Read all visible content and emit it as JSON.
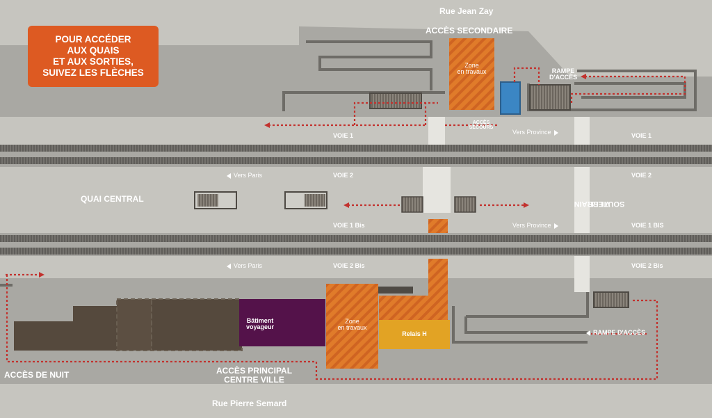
{
  "banner": {
    "line1": "POUR ACCÉDER",
    "line2": "AUX QUAIS",
    "line3": "ET AUX SORTIES,",
    "line4": "SUIVEZ LES FLÈCHES"
  },
  "streets": {
    "north": "Rue Jean Zay",
    "south": "Rue Pierre Semard"
  },
  "entrances": {
    "secondary": "ACCÈS SECONDAIRE",
    "main_line1": "ACCÈS PRINCIPAL",
    "main_line2": "CENTRE VILLE",
    "night": "ACCÈS DE NUIT",
    "ramp_top_line1": "RAMPE",
    "ramp_top_line2": "D'ACCÈS",
    "ramp_bottom": "RAMPE D'ACCÈS",
    "small_access_line1": "ACCÈS",
    "small_access_line2": "SECOURS"
  },
  "tracks": {
    "voie1": "VOIE 1",
    "voie2": "VOIE 2",
    "voie1bis": "VOIE 1 Bis",
    "voie2bis": "VOIE 2 Bis",
    "voie1bis_caps": "VOIE 1 BIS"
  },
  "directions": {
    "paris": "Vers Paris",
    "province": "Vers Province"
  },
  "platform": {
    "central": "QUAI CENTRAL"
  },
  "underpass": {
    "line1": "SOUTERRAIN",
    "line2": "VILLE"
  },
  "buildings": {
    "works_line1": "Zone",
    "works_line2": "en travaux",
    "station_line1": "Bâtiment",
    "station_line2": "voyageur",
    "relais": "Relais H"
  },
  "colors": {
    "background": "#a9a8a3",
    "zone_light": "#c6c5bf",
    "banner": "#dd5a22",
    "works": "#e0782a",
    "station": "#54124a",
    "relais": "#e2a324",
    "track": "#6c6a66",
    "path": "#c2322e",
    "ticket_machine": "#3b86c4",
    "building_brown": "#55493d"
  }
}
